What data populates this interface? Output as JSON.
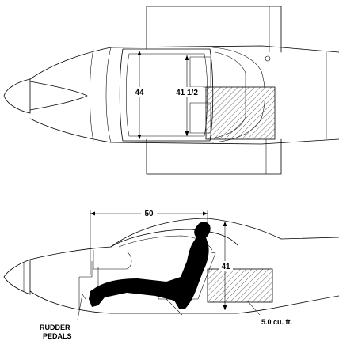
{
  "top_view": {
    "cabin_width_front": "44",
    "cabin_width_rear": "41 1/2"
  },
  "side_view": {
    "cabin_length": "50",
    "cabin_height": "41",
    "rudder_pedals_label": [
      "RUDDER",
      "PEDALS"
    ],
    "baggage_volume": "5.0 cu. ft."
  },
  "colors": {
    "line": "#000000",
    "background": "#ffffff",
    "pilot_silhouette": "#000000"
  }
}
